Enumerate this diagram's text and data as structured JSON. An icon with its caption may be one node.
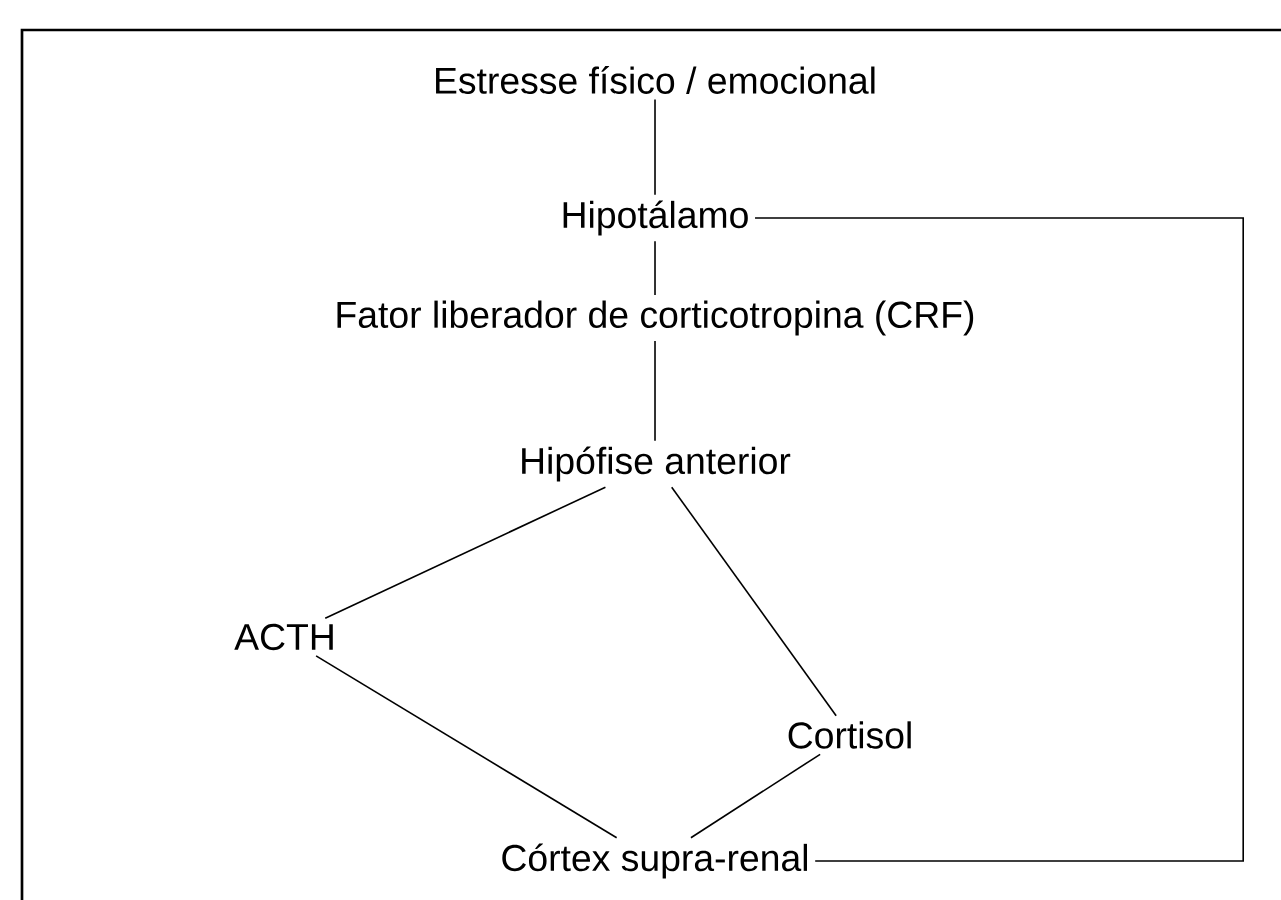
{
  "diagram": {
    "nodes": [
      {
        "text": [
          "Estresse físico / emocional"
        ]
      },
      {
        "text": [
          "Hipotálamo"
        ]
      },
      {
        "text": [
          "Fator liberador de corticotropina (CRF)"
        ]
      },
      {
        "text": [
          "Hipófise anterior"
        ]
      },
      {
        "text": [
          "ACTH"
        ]
      },
      {
        "text": [
          "Cortisol"
        ]
      },
      {
        "text": [
          "Córtex supra-renal"
        ]
      }
    ],
    "edges": [
      {
        "from": 0,
        "to": 1,
        "arrow": "none"
      },
      {
        "from": 1,
        "to": 2,
        "arrow": "none"
      },
      {
        "from": 2,
        "to": 3,
        "arrow": "none"
      },
      {
        "from": 3,
        "to": 4,
        "arrow": "none"
      },
      {
        "from": 3,
        "to": 5,
        "arrow": "none"
      },
      {
        "from": 4,
        "to": 6,
        "arrow": "none"
      },
      {
        "from": 5,
        "to": 6,
        "arrow": "none"
      },
      {
        "from": 6,
        "to": 1,
        "arrow": "none"
      }
    ]
  }
}
